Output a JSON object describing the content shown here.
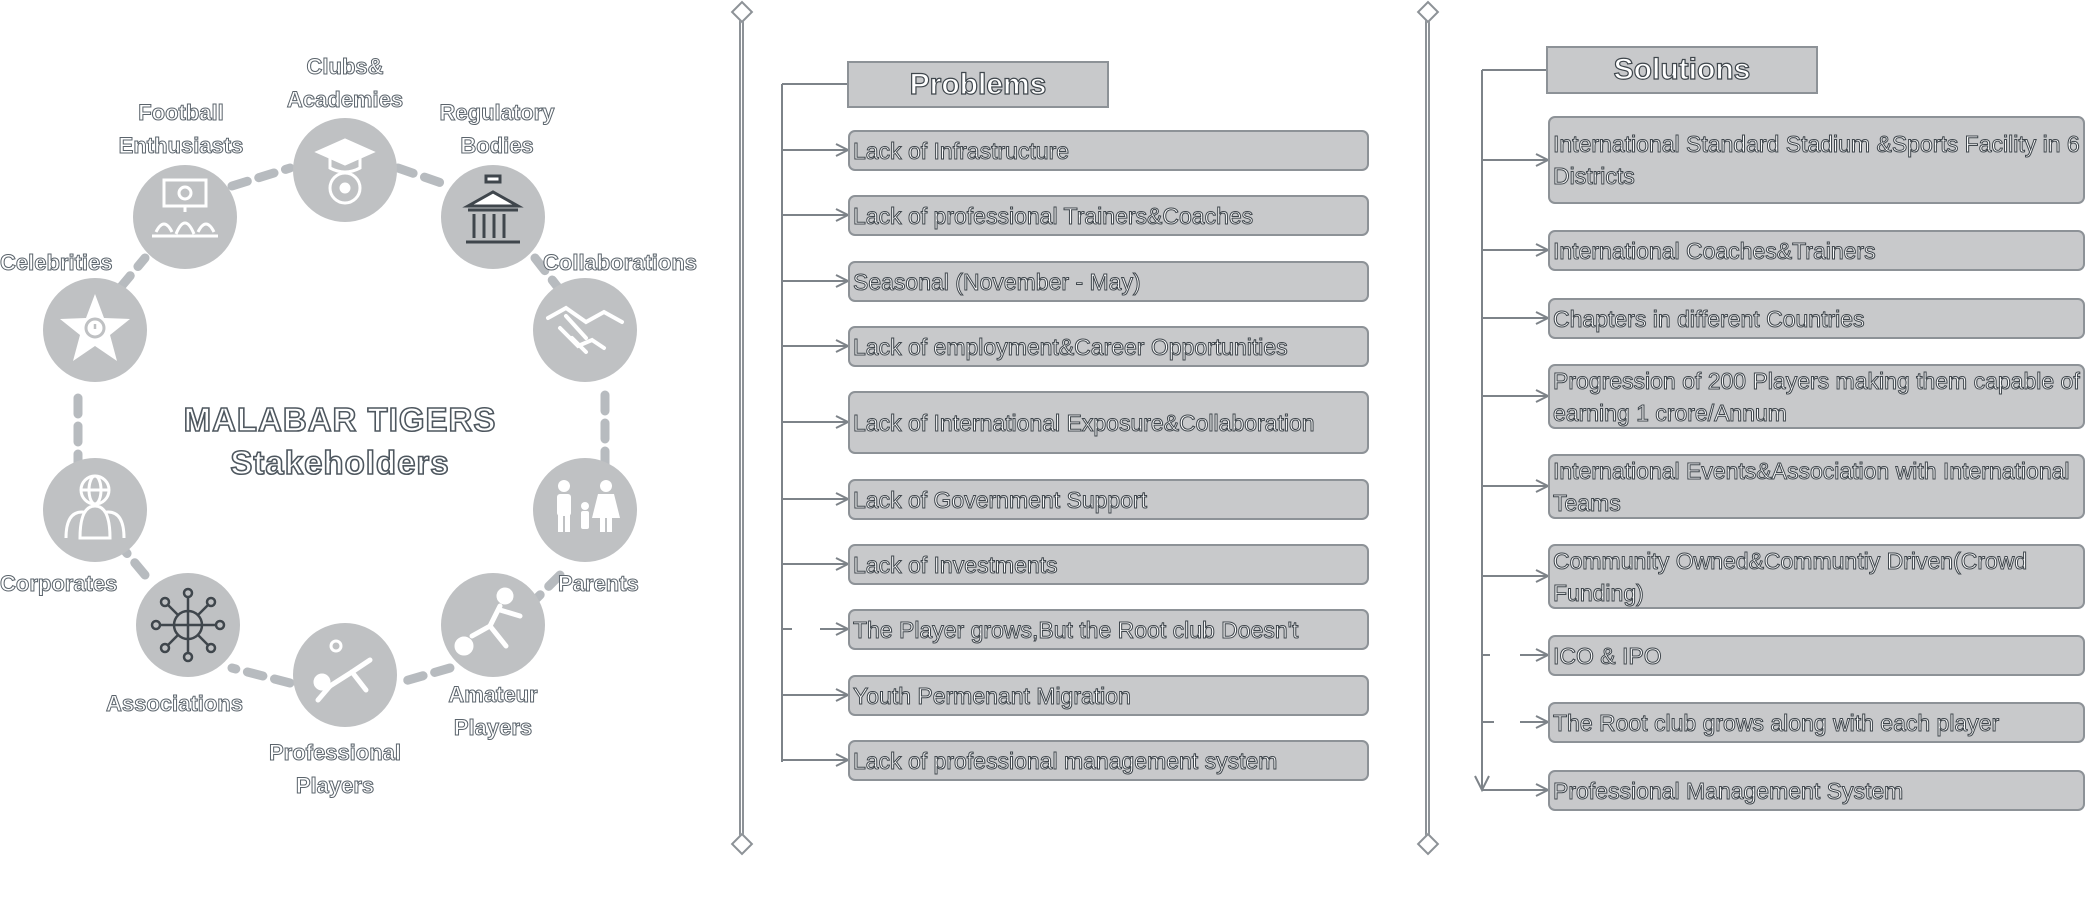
{
  "stakeholders": {
    "title_line1": "MALABAR TIGERS",
    "title_line2": "Stakeholders",
    "labels": {
      "clubs_line1": "Clubs&",
      "clubs_line2": "Academies",
      "regulatory_line1": "Regulatory",
      "regulatory_line2": "Bodies",
      "collaborations": "Collaborations",
      "parents": "Parents",
      "amateur_line1": "Amateur",
      "amateur_line2": "Players",
      "professional_line1": "Professional",
      "professional_line2": "Players",
      "associations": "Associations",
      "corporates": "Corporates",
      "celebrities": "Celebrities",
      "football_line1": "Football",
      "football_line2": "Enthusiasts"
    },
    "icons": [
      "graduation-cap-soccer-icon",
      "government-building-icon",
      "handshake-icon",
      "family-icon",
      "kicking-player-icon",
      "bicycle-kick-player-icon",
      "network-globe-icon",
      "globe-people-icon",
      "star-medal-icon",
      "screen-fans-icon"
    ]
  },
  "problems": {
    "header": "Problems",
    "items": [
      "Lack of Infrastructure",
      "Lack of professional Trainers&Coaches",
      "Seasonal (November - May)",
      "Lack of employment&Career Opportunities",
      "Lack of International Exposure&Collaboration",
      "Lack of Government Support",
      "Lack of Investments",
      "The Player grows,But the Root club Doesn't",
      "Youth Permenant Migration",
      "Lack of professional management system"
    ]
  },
  "solutions": {
    "header": "Solutions",
    "items": [
      "International Standard Stadium &Sports Facility in 6 Districts",
      "International Coaches&Trainers",
      "Chapters in different Countries",
      "Progression of 200 Players making them capable of earning 1 crore/Annum",
      "International Events&Association with International Teams",
      "Community Owned&Communtiy Driven(Crowd Funding)",
      "ICO & IPO",
      "The Root club grows along with each player",
      "Professional Management System"
    ]
  },
  "colors": {
    "circle_fill": "#bfc1c3",
    "box_fill": "#c8c9cb",
    "stroke": "#8d9297",
    "text_outline": "#3f464c"
  }
}
